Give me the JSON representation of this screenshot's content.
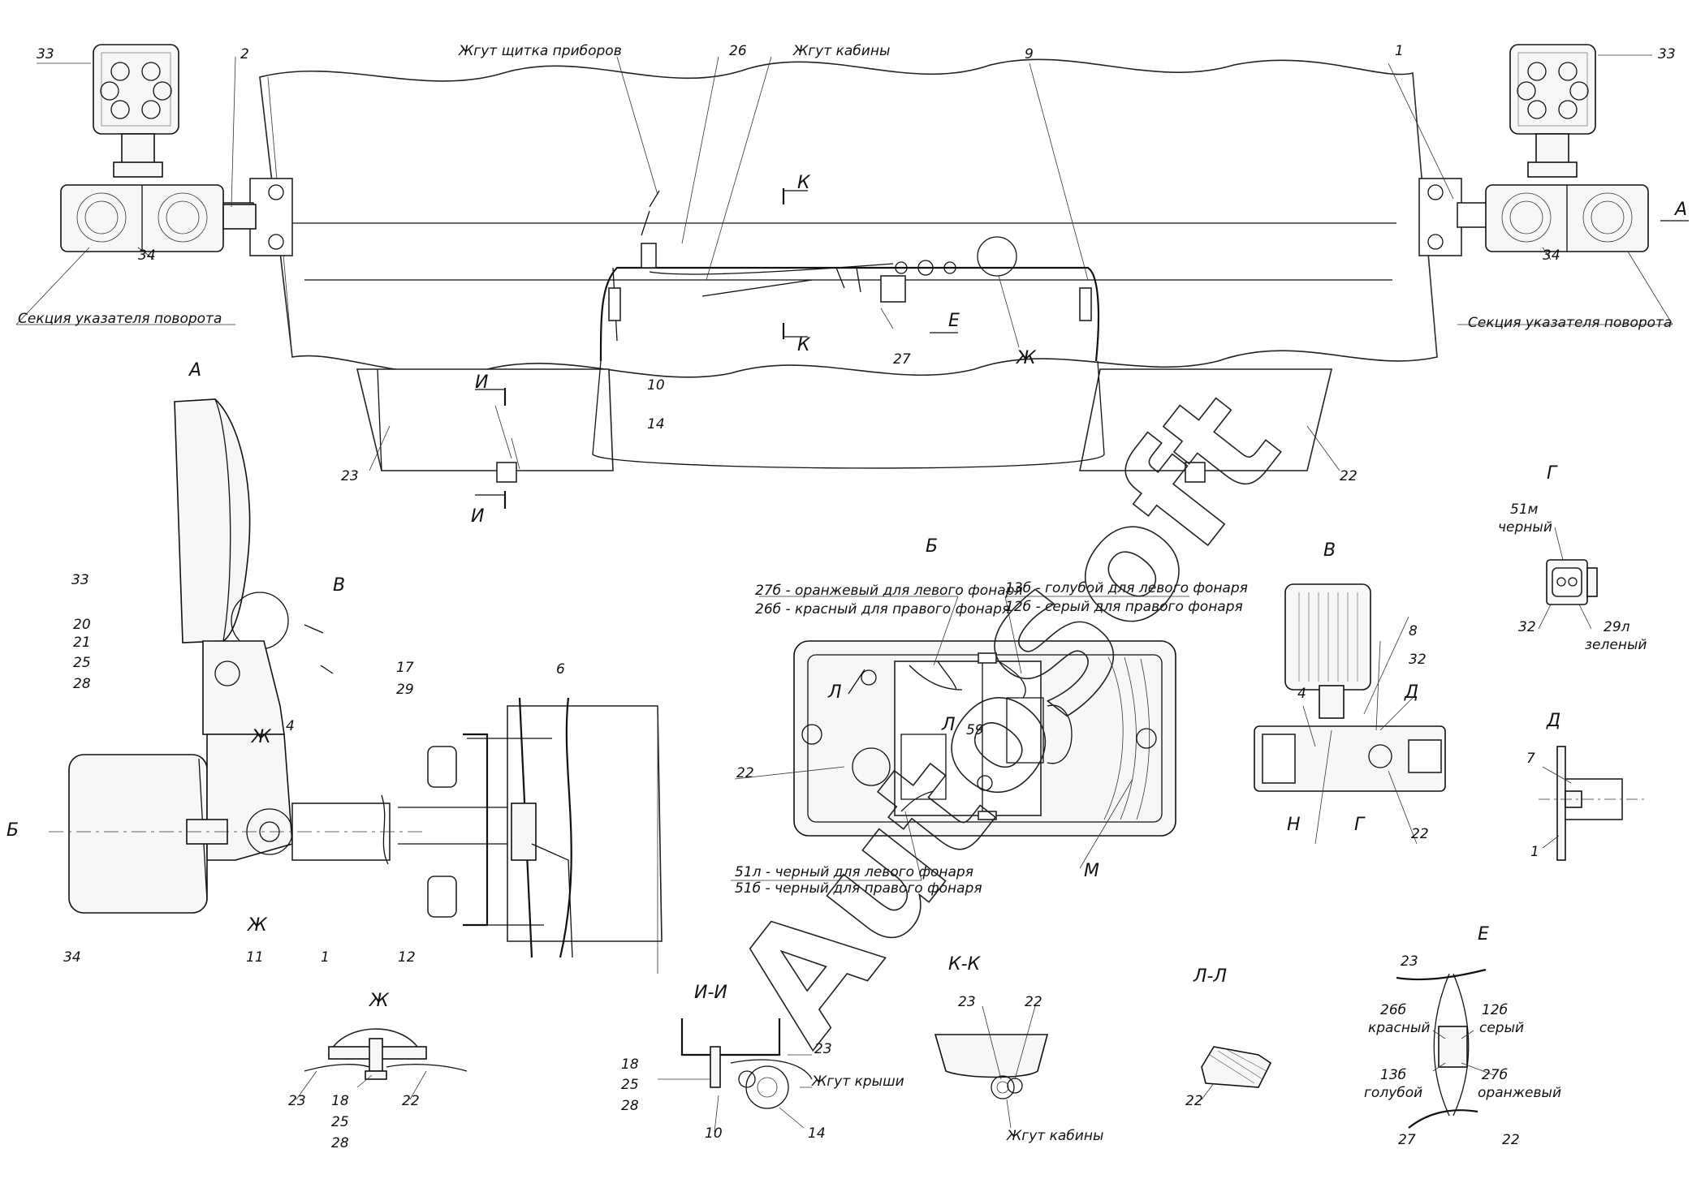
{
  "labels": {
    "top": {
      "n33_left": "33",
      "n2": "2",
      "harness_dash": "Жгут щитка приборов",
      "n26": "26",
      "harness_cab": "Жгут кабины",
      "n9": "9",
      "n1_top": "1",
      "n33_right": "33",
      "K_top": "К",
      "K_bot": "К",
      "A_arrow": "А",
      "n34_left": "34",
      "n34_right": "34",
      "turn_left": "Секция указателя поворота",
      "turn_right": "Секция указателя поворота",
      "E_arrow": "Е",
      "n27_top": "27",
      "Zh_top": "Ж",
      "I_top": "И",
      "I_bot": "И",
      "n10": "10",
      "n14_top": "14",
      "n23_top": "23",
      "n22_top": "22"
    },
    "viewA": {
      "title": "А",
      "n33": "33",
      "V_arrow": "В",
      "n20": "20",
      "n21": "21",
      "n25": "25",
      "n28": "28",
      "n4": "4",
      "Zh_1": "Ж",
      "Zh_2": "Ж",
      "B_arrow": "Б",
      "n34": "34",
      "n11": "11",
      "n1": "1",
      "n17": "17",
      "n29": "29",
      "n6": "6",
      "n12": "12"
    },
    "viewB": {
      "title": "Б",
      "w27b": "27б - оранжевый для левого фонаря",
      "w26b": "26б - красный для правого фонаря",
      "w13b": "13б - голубой для левого фонаря",
      "w12b": "12б - серый для правого фонаря",
      "L1": "Л",
      "L2": "Л",
      "n22": "22",
      "w51l": "51л - черный для левого фонаря",
      "w51b": "51б - черный для правого фонаря",
      "M": "М",
      "n59": "59"
    },
    "viewV": {
      "title": "В",
      "n8": "8",
      "n32": "32",
      "D": "Д",
      "n4": "4",
      "N": "Н",
      "G_arrow": "Г",
      "n22": "22"
    },
    "viewG": {
      "title": "Г",
      "w51m": "51м",
      "black": "черный",
      "n32": "32",
      "w29l": "29л",
      "green": "зеленый"
    },
    "viewD": {
      "title": "Д",
      "n7": "7",
      "n1": "1"
    },
    "viewE": {
      "title": "Е",
      "n23": "23",
      "w26b": "26б",
      "red": "красный",
      "w12b": "12б",
      "grey": "серый",
      "w13b": "13б",
      "blue": "голубой",
      "w27b": "27б",
      "orange": "оранжевый",
      "n27": "27",
      "n22": "22"
    },
    "secZh": {
      "title": "Ж",
      "n23": "23",
      "n18": "18",
      "n25": "25",
      "n28": "28",
      "n22": "22"
    },
    "secII": {
      "title": "И-И",
      "n18": "18",
      "n25": "25",
      "n28": "28",
      "n23": "23",
      "roof": "Жгут крыши",
      "n10": "10",
      "n14": "14"
    },
    "secKK": {
      "title": "К-К",
      "n23": "23",
      "n22": "22",
      "cab": "Жгут кабины"
    },
    "secLL": {
      "title": "Л-Л",
      "n22": "22"
    },
    "watermark": "AutoSoft"
  }
}
